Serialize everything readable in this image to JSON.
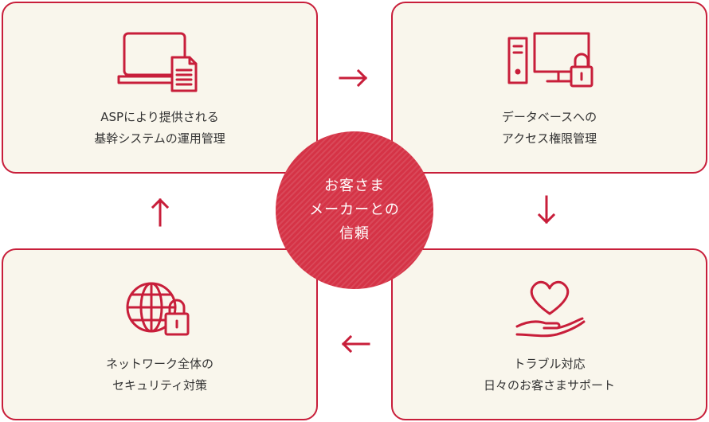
{
  "colors": {
    "accent": "#c81e3a",
    "card_background": "#f9f6ec",
    "center_fill": "#d53346",
    "text": "#333333",
    "center_text": "#ffffff"
  },
  "center": {
    "lines": [
      "お客さま",
      "メーカーとの",
      "信頼"
    ]
  },
  "cards": [
    {
      "icon": "laptop-document-icon",
      "lines": [
        "ASPにより提供される",
        "基幹システムの運用管理"
      ]
    },
    {
      "icon": "computer-lock-icon",
      "lines": [
        "データベースへの",
        "アクセス権限管理"
      ]
    },
    {
      "icon": "heart-hand-icon",
      "lines": [
        "トラブル対応",
        "日々のお客さまサポート"
      ]
    },
    {
      "icon": "globe-lock-icon",
      "lines": [
        "ネットワーク全体の",
        "セキュリティ対策"
      ]
    }
  ],
  "arrows": [
    {
      "icon": "arrow-right-icon",
      "direction": "right"
    },
    {
      "icon": "arrow-down-icon",
      "direction": "down"
    },
    {
      "icon": "arrow-left-icon",
      "direction": "left"
    },
    {
      "icon": "arrow-up-icon",
      "direction": "up"
    }
  ]
}
